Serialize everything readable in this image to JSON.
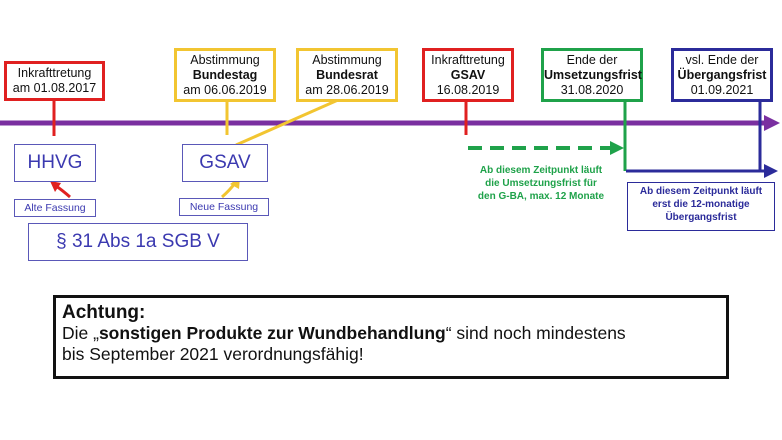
{
  "colors": {
    "timeline": "#7a2fa0",
    "red": "#e02020",
    "yellow": "#f2c531",
    "green": "#1fa24a",
    "navy": "#2b2b9a",
    "purple_text": "#3b39b0"
  },
  "milestones": [
    {
      "line1": "Inkrafttretung",
      "line2": "am 01.08.2017"
    },
    {
      "line1": "Abstimmung",
      "bold": "Bundestag",
      "line2": "am 06.06.2019"
    },
    {
      "line1": "Abstimmung",
      "bold": "Bundesrat",
      "line2": "am 28.06.2019"
    },
    {
      "line1": "Inkrafttretung",
      "bold": "GSAV",
      "line2": "16.08.2019"
    },
    {
      "line1": "Ende der",
      "bold": "Umsetzungsfrist",
      "line2": "31.08.2020"
    },
    {
      "line1": "vsl. Ende der",
      "bold": "Übergangsfrist",
      "line2": "01.09.2021"
    }
  ],
  "laws": {
    "hhvg": "HHVG",
    "hhvg_caption": "Alte Fassung",
    "gsav": "GSAV",
    "gsav_caption": "Neue Fassung",
    "paragraph": "§ 31 Abs 1a SGB V"
  },
  "notes": {
    "green": [
      "Ab diesem Zeitpunkt läuft",
      "die Umsetzungsfrist für",
      "den G-BA, max. 12 Monate"
    ],
    "navy": [
      "Ab diesem Zeitpunkt läuft",
      "erst die 12-monatige",
      "Übergangsfrist"
    ]
  },
  "attention": {
    "title": "Achtung:",
    "pre": "Die „",
    "bold": "sonstigen Produkte zur Wundbehandlung",
    "post": "“ sind noch mindestens",
    "line2": "bis September 2021 verordnungsfähig!"
  }
}
